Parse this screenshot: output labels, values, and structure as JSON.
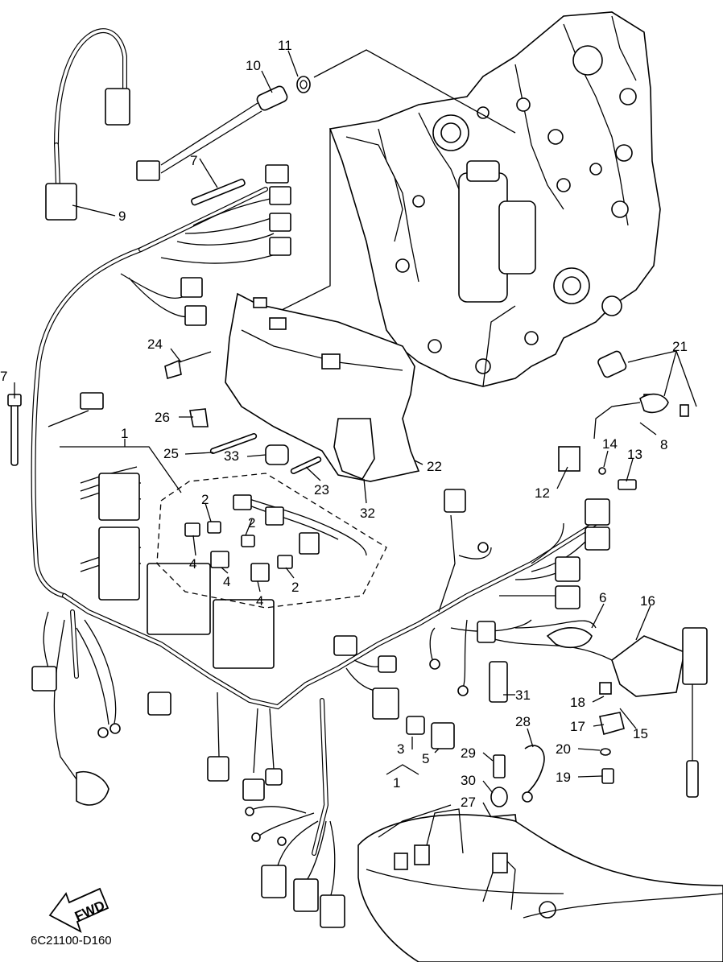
{
  "diagram": {
    "code": "6C21100-D160",
    "direction_label": "FWD",
    "callouts": [
      "1",
      "1",
      "2",
      "2",
      "2",
      "3",
      "4",
      "4",
      "4",
      "5",
      "6",
      "7",
      "7",
      "8",
      "9",
      "10",
      "11",
      "12",
      "13",
      "14",
      "15",
      "16",
      "17",
      "18",
      "19",
      "20",
      "21",
      "22",
      "23",
      "24",
      "25",
      "26",
      "27",
      "28",
      "29",
      "30",
      "31",
      "32",
      "33"
    ]
  }
}
